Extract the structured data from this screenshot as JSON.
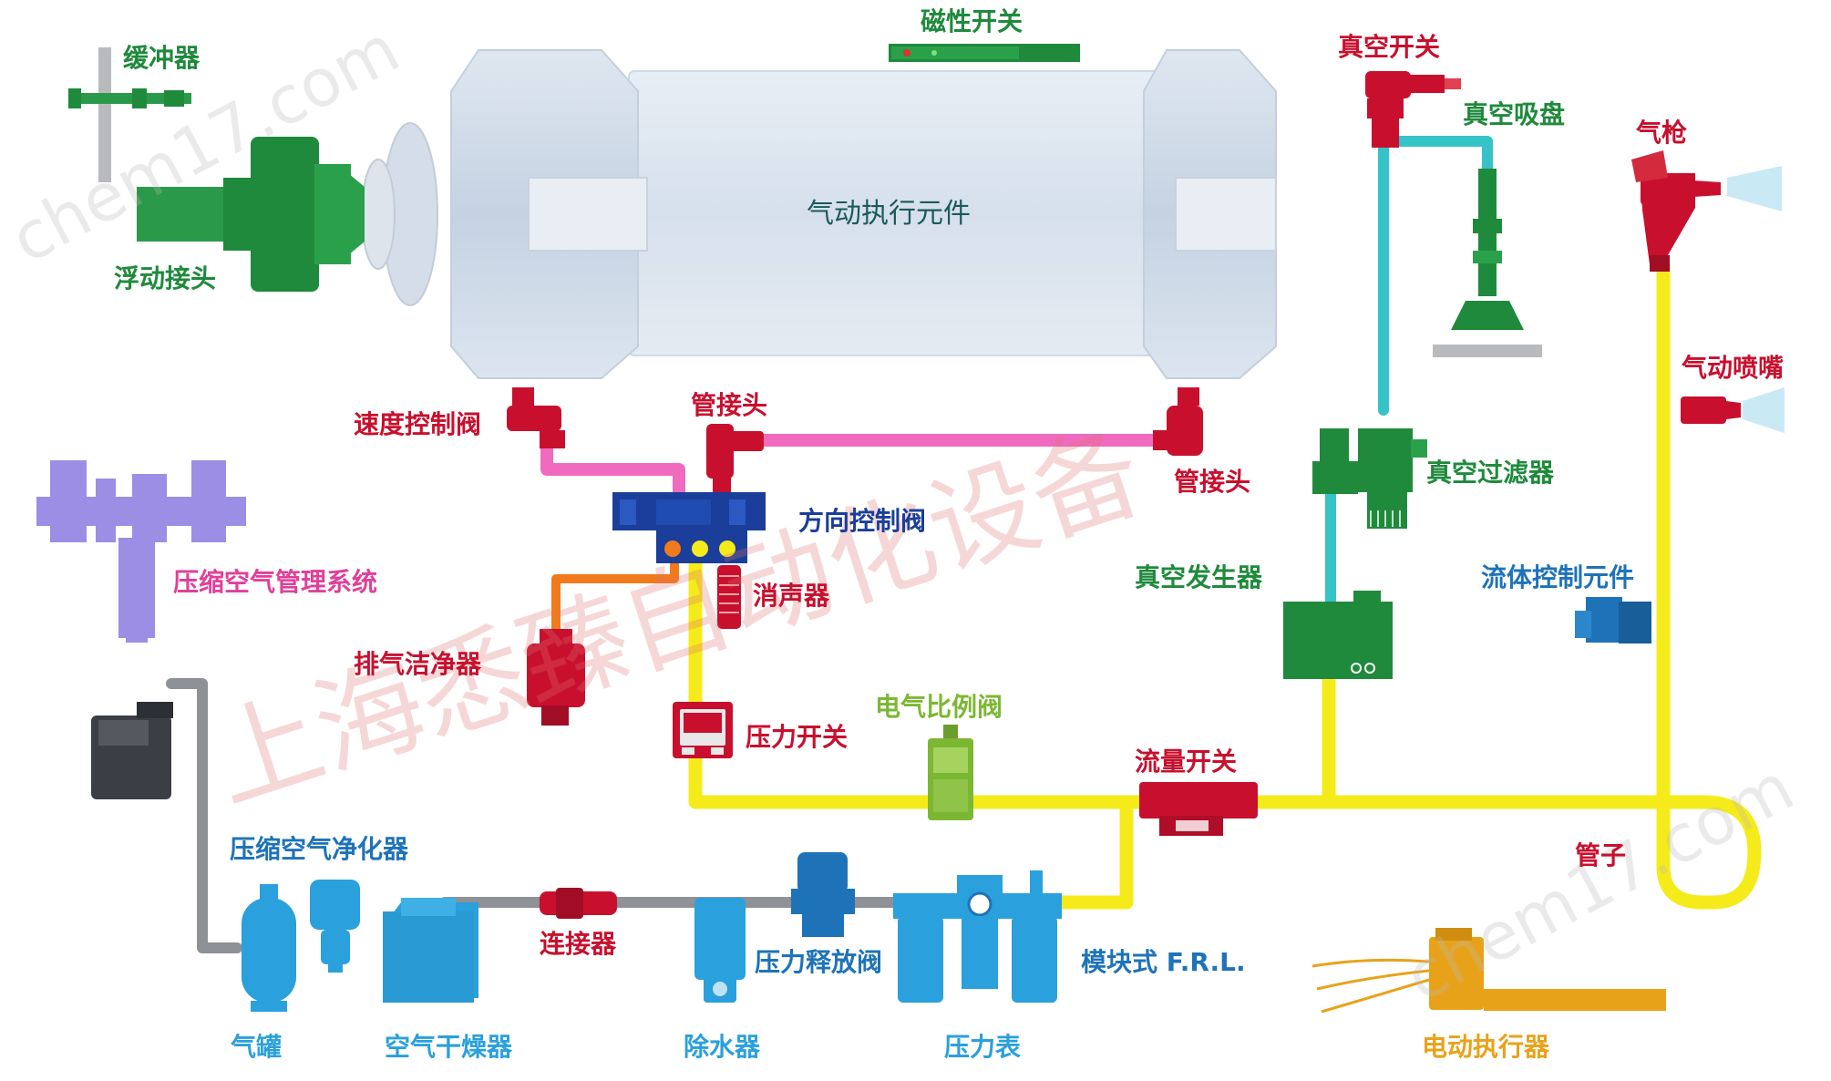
{
  "colors": {
    "green": "#1f8a3c",
    "red": "#c8102e",
    "blue": "#1e73b8",
    "magenta": "#e0409a",
    "purple": "#8a7be0",
    "lime": "#7cb733",
    "orange": "#e8a21a",
    "yellow_pipe": "#f5eb1b",
    "pink_pipe": "#f06bbf",
    "cyan_pipe": "#35c3c8",
    "gray_pipe": "#8e9195"
  },
  "labels": {
    "cylinder": "气动执行元件",
    "magnetic_switch": "磁性开关",
    "buffer": "缓冲器",
    "floating_joint": "浮动接头",
    "speed_valve": "速度控制阀",
    "fitting_left": "管接头",
    "fitting_right": "管接头",
    "direction_valve": "方向控制阀",
    "silencer": "消声器",
    "exhaust_cleaner": "排气洁净器",
    "air_management": "压缩空气管理系统",
    "pressure_switch": "压力开关",
    "proportional_valve": "电气比例阀",
    "flow_switch": "流量开关",
    "vacuum_switch": "真空开关",
    "vacuum_cup": "真空吸盘",
    "vacuum_filter": "真空过滤器",
    "vacuum_generator": "真空发生器",
    "air_gun": "气枪",
    "air_nozzle": "气动喷嘴",
    "fluid_control": "流体控制元件",
    "tube": "管子",
    "air_purifier": "压缩空气净化器",
    "connector": "连接器",
    "relief_valve": "压力释放阀",
    "frl": "模块式 F.R.L.",
    "tank": "气罐",
    "dryer": "空气干燥器",
    "drain": "除水器",
    "gauge": "压力表",
    "electric_actuator": "电动执行器"
  },
  "watermarks": {
    "company": "上海悉臻自动化设备",
    "site_top": "chem17.com",
    "site_bottom": "chem17.com"
  }
}
